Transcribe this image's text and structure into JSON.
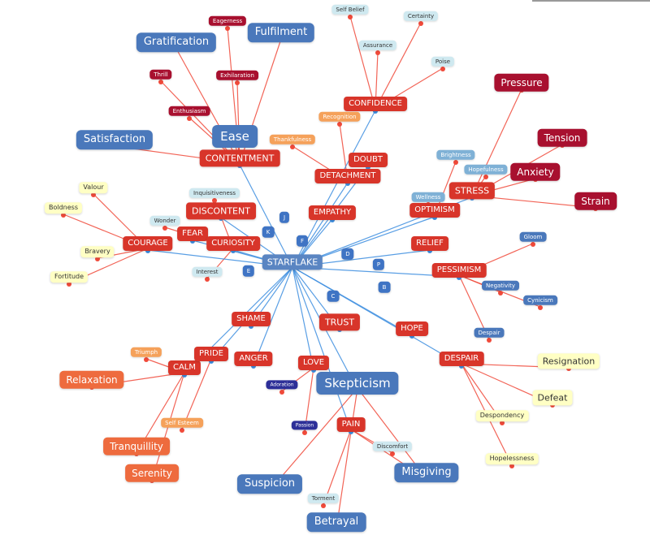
{
  "colors": {
    "edge_red": "#f04a3a",
    "edge_blue": "#3d8ee0"
  },
  "nodes": [
    {
      "id": "hub",
      "label": "STARFLAKE",
      "kind": "hub"
    },
    {
      "id": "ease",
      "label": "Ease",
      "kind": "bluebig"
    },
    {
      "id": "contentment",
      "label": "CONTENTMENT",
      "kind": "redbig"
    },
    {
      "id": "gratification",
      "label": "Gratification",
      "kind": "blue"
    },
    {
      "id": "fulfilment",
      "label": "Fulfilment",
      "kind": "blue"
    },
    {
      "id": "satisfaction",
      "label": "Satisfaction",
      "kind": "blue"
    },
    {
      "id": "eagerness",
      "label": "Eagerness",
      "kind": "crimsonsm"
    },
    {
      "id": "thrill",
      "label": "Thrill",
      "kind": "crimsonsm"
    },
    {
      "id": "exhilaration",
      "label": "Exhilaration",
      "kind": "crimsonsm"
    },
    {
      "id": "enthusiasm",
      "label": "Enthusiasm",
      "kind": "crimsonsm"
    },
    {
      "id": "confidence",
      "label": "CONFIDENCE",
      "kind": "red"
    },
    {
      "id": "selfbelief",
      "label": "Self Belief",
      "kind": "lb"
    },
    {
      "id": "certainty",
      "label": "Certainty",
      "kind": "lb"
    },
    {
      "id": "assurance",
      "label": "Assurance",
      "kind": "lb"
    },
    {
      "id": "poise",
      "label": "Poise",
      "kind": "lb"
    },
    {
      "id": "recognition",
      "label": "Recognition",
      "kind": "ltorange"
    },
    {
      "id": "thankfulness",
      "label": "Thankfulness",
      "kind": "ltorange"
    },
    {
      "id": "doubt",
      "label": "DOUBT",
      "kind": "red"
    },
    {
      "id": "detachment",
      "label": "DETACHMENT",
      "kind": "red"
    },
    {
      "id": "empathy",
      "label": "EMPATHY",
      "kind": "red"
    },
    {
      "id": "pressure",
      "label": "Pressure",
      "kind": "crimson"
    },
    {
      "id": "tension",
      "label": "Tension",
      "kind": "crimson"
    },
    {
      "id": "anxiety",
      "label": "Anxiety",
      "kind": "crimson"
    },
    {
      "id": "strain",
      "label": "Strain",
      "kind": "crimson"
    },
    {
      "id": "stress",
      "label": "STRESS",
      "kind": "redbig"
    },
    {
      "id": "hopefulness",
      "label": "Hopefulness",
      "kind": "steel"
    },
    {
      "id": "brightness",
      "label": "Brightness",
      "kind": "steel"
    },
    {
      "id": "wellness",
      "label": "Wellness",
      "kind": "steel"
    },
    {
      "id": "optimism",
      "label": "OPTIMISM",
      "kind": "red"
    },
    {
      "id": "relief",
      "label": "RELIEF",
      "kind": "red"
    },
    {
      "id": "gloom",
      "label": "Gloom",
      "kind": "bluesm"
    },
    {
      "id": "pessimism",
      "label": "PESSIMISM",
      "kind": "red"
    },
    {
      "id": "negativity",
      "label": "Negativity",
      "kind": "bluesm"
    },
    {
      "id": "cynicism",
      "label": "Cynicism",
      "kind": "bluesm"
    },
    {
      "id": "despairsm",
      "label": "Despair",
      "kind": "bluesm"
    },
    {
      "id": "despair",
      "label": "DESPAIR",
      "kind": "red"
    },
    {
      "id": "resignation",
      "label": "Resignation",
      "kind": "yellowbig"
    },
    {
      "id": "defeat",
      "label": "Defeat",
      "kind": "yellowbig"
    },
    {
      "id": "despondency",
      "label": "Despondency",
      "kind": "yellow"
    },
    {
      "id": "hopelessness",
      "label": "Hopelessness",
      "kind": "yellow"
    },
    {
      "id": "hope",
      "label": "HOPE",
      "kind": "red"
    },
    {
      "id": "courage",
      "label": "COURAGE",
      "kind": "red"
    },
    {
      "id": "valour",
      "label": "Valour",
      "kind": "yellow"
    },
    {
      "id": "boldness",
      "label": "Boldness",
      "kind": "yellow"
    },
    {
      "id": "bravery",
      "label": "Bravery",
      "kind": "yellow"
    },
    {
      "id": "fortitude",
      "label": "Fortitude",
      "kind": "yellow"
    },
    {
      "id": "discontent",
      "label": "DISCONTENT",
      "kind": "redbig"
    },
    {
      "id": "fear",
      "label": "FEAR",
      "kind": "red"
    },
    {
      "id": "curiosity",
      "label": "CURIOSITY",
      "kind": "red"
    },
    {
      "id": "inquisitiveness",
      "label": "Inquisitiveness",
      "kind": "lb"
    },
    {
      "id": "wonder",
      "label": "Wonder",
      "kind": "lb"
    },
    {
      "id": "interest",
      "label": "Interest",
      "kind": "lb"
    },
    {
      "id": "trust",
      "label": "TRUST",
      "kind": "redbig"
    },
    {
      "id": "skepticism",
      "label": "Skepticism",
      "kind": "bluebig"
    },
    {
      "id": "suspicion",
      "label": "Suspicion",
      "kind": "blue"
    },
    {
      "id": "misgiving",
      "label": "Misgiving",
      "kind": "blue"
    },
    {
      "id": "betrayal",
      "label": "Betrayal",
      "kind": "blue"
    },
    {
      "id": "pain",
      "label": "PAIN",
      "kind": "red"
    },
    {
      "id": "discomfort",
      "label": "Discomfort",
      "kind": "lb"
    },
    {
      "id": "torment",
      "label": "Torment",
      "kind": "lb"
    },
    {
      "id": "love",
      "label": "LOVE",
      "kind": "red"
    },
    {
      "id": "adoration",
      "label": "Adoration",
      "kind": "navy"
    },
    {
      "id": "passion",
      "label": "Passion",
      "kind": "navy"
    },
    {
      "id": "calm",
      "label": "CALM",
      "kind": "red"
    },
    {
      "id": "relaxation",
      "label": "Relaxation",
      "kind": "orange"
    },
    {
      "id": "tranquillity",
      "label": "Tranquillity",
      "kind": "orange"
    },
    {
      "id": "serenity",
      "label": "Serenity",
      "kind": "orange"
    },
    {
      "id": "selfesteem",
      "label": "Self Esteem",
      "kind": "ltorange"
    },
    {
      "id": "triumph",
      "label": "Triumph",
      "kind": "ltorange"
    },
    {
      "id": "pride",
      "label": "PRIDE",
      "kind": "red"
    },
    {
      "id": "anger",
      "label": "ANGER",
      "kind": "red"
    },
    {
      "id": "shame",
      "label": "SHAME",
      "kind": "red"
    },
    {
      "id": "lj",
      "label": "J",
      "kind": "letter"
    },
    {
      "id": "lk",
      "label": "K",
      "kind": "letter"
    },
    {
      "id": "lf",
      "label": "F",
      "kind": "letter"
    },
    {
      "id": "ld",
      "label": "D",
      "kind": "letter"
    },
    {
      "id": "lp",
      "label": "P",
      "kind": "letter"
    },
    {
      "id": "lb",
      "label": "B",
      "kind": "letter"
    },
    {
      "id": "le",
      "label": "E",
      "kind": "letter"
    },
    {
      "id": "lc",
      "label": "C",
      "kind": "letter"
    }
  ],
  "edges": [
    [
      "contentment",
      "ease",
      "r"
    ],
    [
      "contentment",
      "gratification",
      "r"
    ],
    [
      "contentment",
      "fulfilment",
      "r"
    ],
    [
      "contentment",
      "satisfaction",
      "r"
    ],
    [
      "contentment",
      "eagerness",
      "r"
    ],
    [
      "contentment",
      "thrill",
      "r"
    ],
    [
      "contentment",
      "exhilaration",
      "r"
    ],
    [
      "contentment",
      "enthusiasm",
      "r"
    ],
    [
      "confidence",
      "selfbelief",
      "r"
    ],
    [
      "confidence",
      "certainty",
      "r"
    ],
    [
      "confidence",
      "assurance",
      "r"
    ],
    [
      "confidence",
      "poise",
      "r"
    ],
    [
      "detachment",
      "recognition",
      "r"
    ],
    [
      "detachment",
      "thankfulness",
      "r"
    ],
    [
      "stress",
      "pressure",
      "r"
    ],
    [
      "stress",
      "tension",
      "r"
    ],
    [
      "stress",
      "anxiety",
      "r"
    ],
    [
      "stress",
      "strain",
      "r"
    ],
    [
      "stress",
      "hopefulness",
      "r"
    ],
    [
      "optimism",
      "brightness",
      "r"
    ],
    [
      "optimism",
      "wellness",
      "r"
    ],
    [
      "pessimism",
      "gloom",
      "r"
    ],
    [
      "pessimism",
      "negativity",
      "r"
    ],
    [
      "pessimism",
      "cynicism",
      "r"
    ],
    [
      "pessimism",
      "despairsm",
      "r"
    ],
    [
      "despair",
      "resignation",
      "r"
    ],
    [
      "despair",
      "defeat",
      "r"
    ],
    [
      "despair",
      "despondency",
      "r"
    ],
    [
      "despair",
      "hopelessness",
      "r"
    ],
    [
      "courage",
      "valour",
      "r"
    ],
    [
      "courage",
      "boldness",
      "r"
    ],
    [
      "courage",
      "bravery",
      "r"
    ],
    [
      "courage",
      "fortitude",
      "r"
    ],
    [
      "curiosity",
      "inquisitiveness",
      "r"
    ],
    [
      "curiosity",
      "wonder",
      "r"
    ],
    [
      "curiosity",
      "interest",
      "r"
    ],
    [
      "skepticism",
      "suspicion",
      "r"
    ],
    [
      "skepticism",
      "misgiving",
      "r"
    ],
    [
      "skepticism",
      "betrayal",
      "r"
    ],
    [
      "pain",
      "discomfort",
      "r"
    ],
    [
      "pain",
      "torment",
      "r"
    ],
    [
      "pain",
      "misgiving",
      "r"
    ],
    [
      "love",
      "adoration",
      "r"
    ],
    [
      "love",
      "passion",
      "r"
    ],
    [
      "calm",
      "relaxation",
      "r"
    ],
    [
      "calm",
      "tranquillity",
      "r"
    ],
    [
      "calm",
      "serenity",
      "r"
    ],
    [
      "calm",
      "triumph",
      "r"
    ],
    [
      "pride",
      "selfesteem",
      "r"
    ],
    [
      "hub",
      "contentment",
      "b"
    ],
    [
      "hub",
      "confidence",
      "b"
    ],
    [
      "hub",
      "doubt",
      "b"
    ],
    [
      "hub",
      "detachment",
      "b"
    ],
    [
      "hub",
      "empathy",
      "b"
    ],
    [
      "hub",
      "stress",
      "b"
    ],
    [
      "hub",
      "optimism",
      "b"
    ],
    [
      "hub",
      "relief",
      "b"
    ],
    [
      "hub",
      "pessimism",
      "b"
    ],
    [
      "hub",
      "despair",
      "b"
    ],
    [
      "hub",
      "hope",
      "b"
    ],
    [
      "hub",
      "courage",
      "b"
    ],
    [
      "hub",
      "discontent",
      "b"
    ],
    [
      "hub",
      "fear",
      "b"
    ],
    [
      "hub",
      "curiosity",
      "b"
    ],
    [
      "hub",
      "trust",
      "b"
    ],
    [
      "hub",
      "skepticism",
      "b"
    ],
    [
      "hub",
      "pain",
      "b"
    ],
    [
      "hub",
      "love",
      "b"
    ],
    [
      "hub",
      "calm",
      "b"
    ],
    [
      "hub",
      "pride",
      "b"
    ],
    [
      "hub",
      "anger",
      "b"
    ],
    [
      "hub",
      "shame",
      "b"
    ]
  ]
}
